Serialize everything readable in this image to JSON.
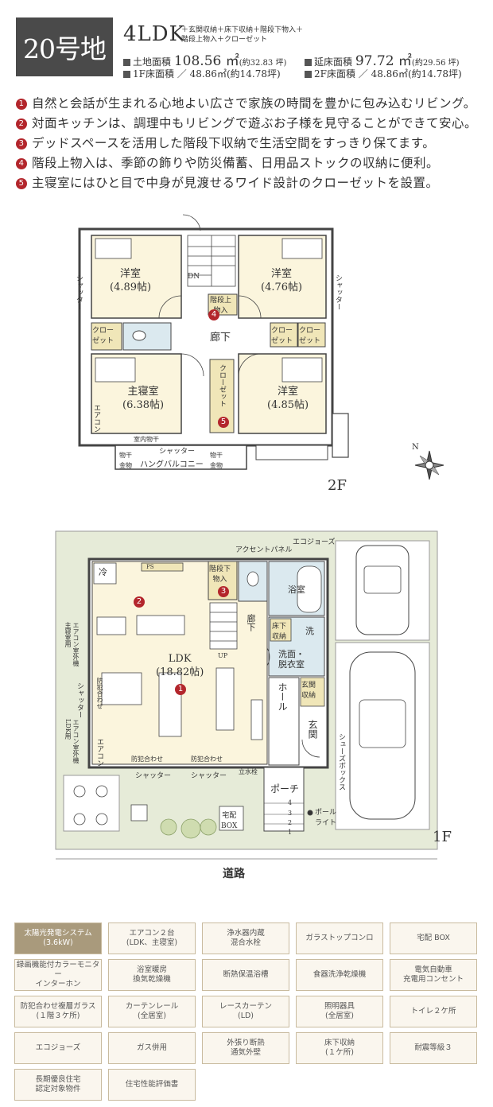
{
  "header": {
    "lot": "20号地",
    "layout": "4LDK",
    "extras": "＋玄関収納＋床下収納＋階段下物入＋階段上物入＋クローゼット",
    "land_label": "土地面積",
    "land_value": "108.56 ㎡",
    "land_tsubo": "(約32.83 坪)",
    "floor_total_label": "延床面積",
    "floor_total_value": "97.72 ㎡",
    "floor_total_tsubo": "(約29.56 坪)",
    "f1_label": "1F床面積 ／ 48.86㎡(約14.78坪)",
    "f2_label": "2F床面積 ／ 48.86㎡(約14.78坪)"
  },
  "features": [
    {
      "num": "1",
      "text": "自然と会話が生まれる心地よい広さで家族の時間を豊かに包み込むリビング。"
    },
    {
      "num": "2",
      "text": "対面キッチンは、調理中もリビングで遊ぶお子様を見守ることができて安心。"
    },
    {
      "num": "3",
      "text": "デッドスペースを活用した階段下収納で生活空間をすっきり保てます。"
    },
    {
      "num": "4",
      "text": "階段上物入は、季節の飾りや防災備蓄、日用品ストックの収納に便利。"
    },
    {
      "num": "5",
      "text": "主寝室にはひと目で中身が見渡せるワイド設計のクローゼットを設置。"
    }
  ],
  "floor2": {
    "label": "2F",
    "rooms": {
      "nw": "洋室\n(4.89帖)",
      "ne": "洋室\n(4.76帖)",
      "master": "主寝室\n(6.38帖)",
      "se": "洋室\n(4.85帖)",
      "hall": "廊下",
      "closet_w": "クロー\nゼット",
      "closet_e1": "クロー\nゼット",
      "closet_e2": "クロー\nゼット",
      "closet_center": "クローゼット",
      "upper_storage": "階段上\n物入",
      "dn": "DN",
      "balcony": "ハングバルコニー",
      "shutter": "シャッター",
      "indoor_dry": "室内物干",
      "aircon": "エアコン",
      "hanger": "物干\n金物"
    }
  },
  "floor1": {
    "label": "1F",
    "rooms": {
      "ldk": "LDK\n(18.82帖)",
      "bath": "浴室",
      "wash": "洗",
      "washroom": "洗面・\n脱衣室",
      "underfloor": "床下\n収納",
      "hall1": "廊下",
      "hall2": "ホール",
      "entrance": "玄関",
      "entrance_storage": "玄関\n収納",
      "porch": "ポーチ",
      "understair": "階段下\n物入",
      "fridge": "冷",
      "ps": "PS",
      "up": "UP",
      "accent_panel": "アクセントパネル",
      "ecojoes": "エコジョーズ",
      "shoes_box": "シューズボックス",
      "faucet": "立水栓",
      "delivery": "宅配\nBOX",
      "pole_light": "ポール\nライト",
      "crime_glass": "防犯合わせ",
      "shutter": "シャッター",
      "aircon_unit": "エアコン室外機\n主寝室用",
      "aircon_ldk": "エアコン室外機\nLDK用",
      "aircon": "エアコン"
    },
    "steps": [
      "4",
      "3",
      "2",
      "1"
    ]
  },
  "road": "道路",
  "compass": "N",
  "equipment": [
    {
      "label": "太陽光発電システム\n(3.6kW)",
      "highlight": true
    },
    {
      "label": "エアコン２台\n(LDK、主寝室)",
      "highlight": false
    },
    {
      "label": "浄水器内蔵\n混合水栓",
      "highlight": false
    },
    {
      "label": "ガラストップコンロ",
      "highlight": false
    },
    {
      "label": "宅配 BOX",
      "highlight": false
    },
    {
      "label": "録画機能付カラーモニター\nインターホン",
      "highlight": false
    },
    {
      "label": "浴室暖房\n換気乾燥機",
      "highlight": false
    },
    {
      "label": "断熱保温浴槽",
      "highlight": false
    },
    {
      "label": "食器洗浄乾燥機",
      "highlight": false
    },
    {
      "label": "電気自動車\n充電用コンセント",
      "highlight": false
    },
    {
      "label": "防犯合わせ複層ガラス\n(１階３ケ所)",
      "highlight": false
    },
    {
      "label": "カーテンレール\n(全居室)",
      "highlight": false
    },
    {
      "label": "レースカーテン\n(LD)",
      "highlight": false
    },
    {
      "label": "照明器具\n(全居室)",
      "highlight": false
    },
    {
      "label": "トイレ２ケ所",
      "highlight": false
    },
    {
      "label": "エコジョーズ",
      "highlight": false
    },
    {
      "label": "ガス併用",
      "highlight": false
    },
    {
      "label": "外張り断熱\n通気外壁",
      "highlight": false
    },
    {
      "label": "床下収納\n(１ケ所)",
      "highlight": false
    },
    {
      "label": "耐震等級３",
      "highlight": false
    },
    {
      "label": "長期優良住宅\n認定対象物件",
      "highlight": false
    },
    {
      "label": "住宅性能評価書",
      "highlight": false
    }
  ],
  "colors": {
    "room": "#fbf5dd",
    "wet": "#dbe9ef",
    "closet": "#f0e6b8",
    "yard": "#e6ebd8",
    "marker": "#b3262c",
    "equip_highlight": "#a99a7c"
  }
}
